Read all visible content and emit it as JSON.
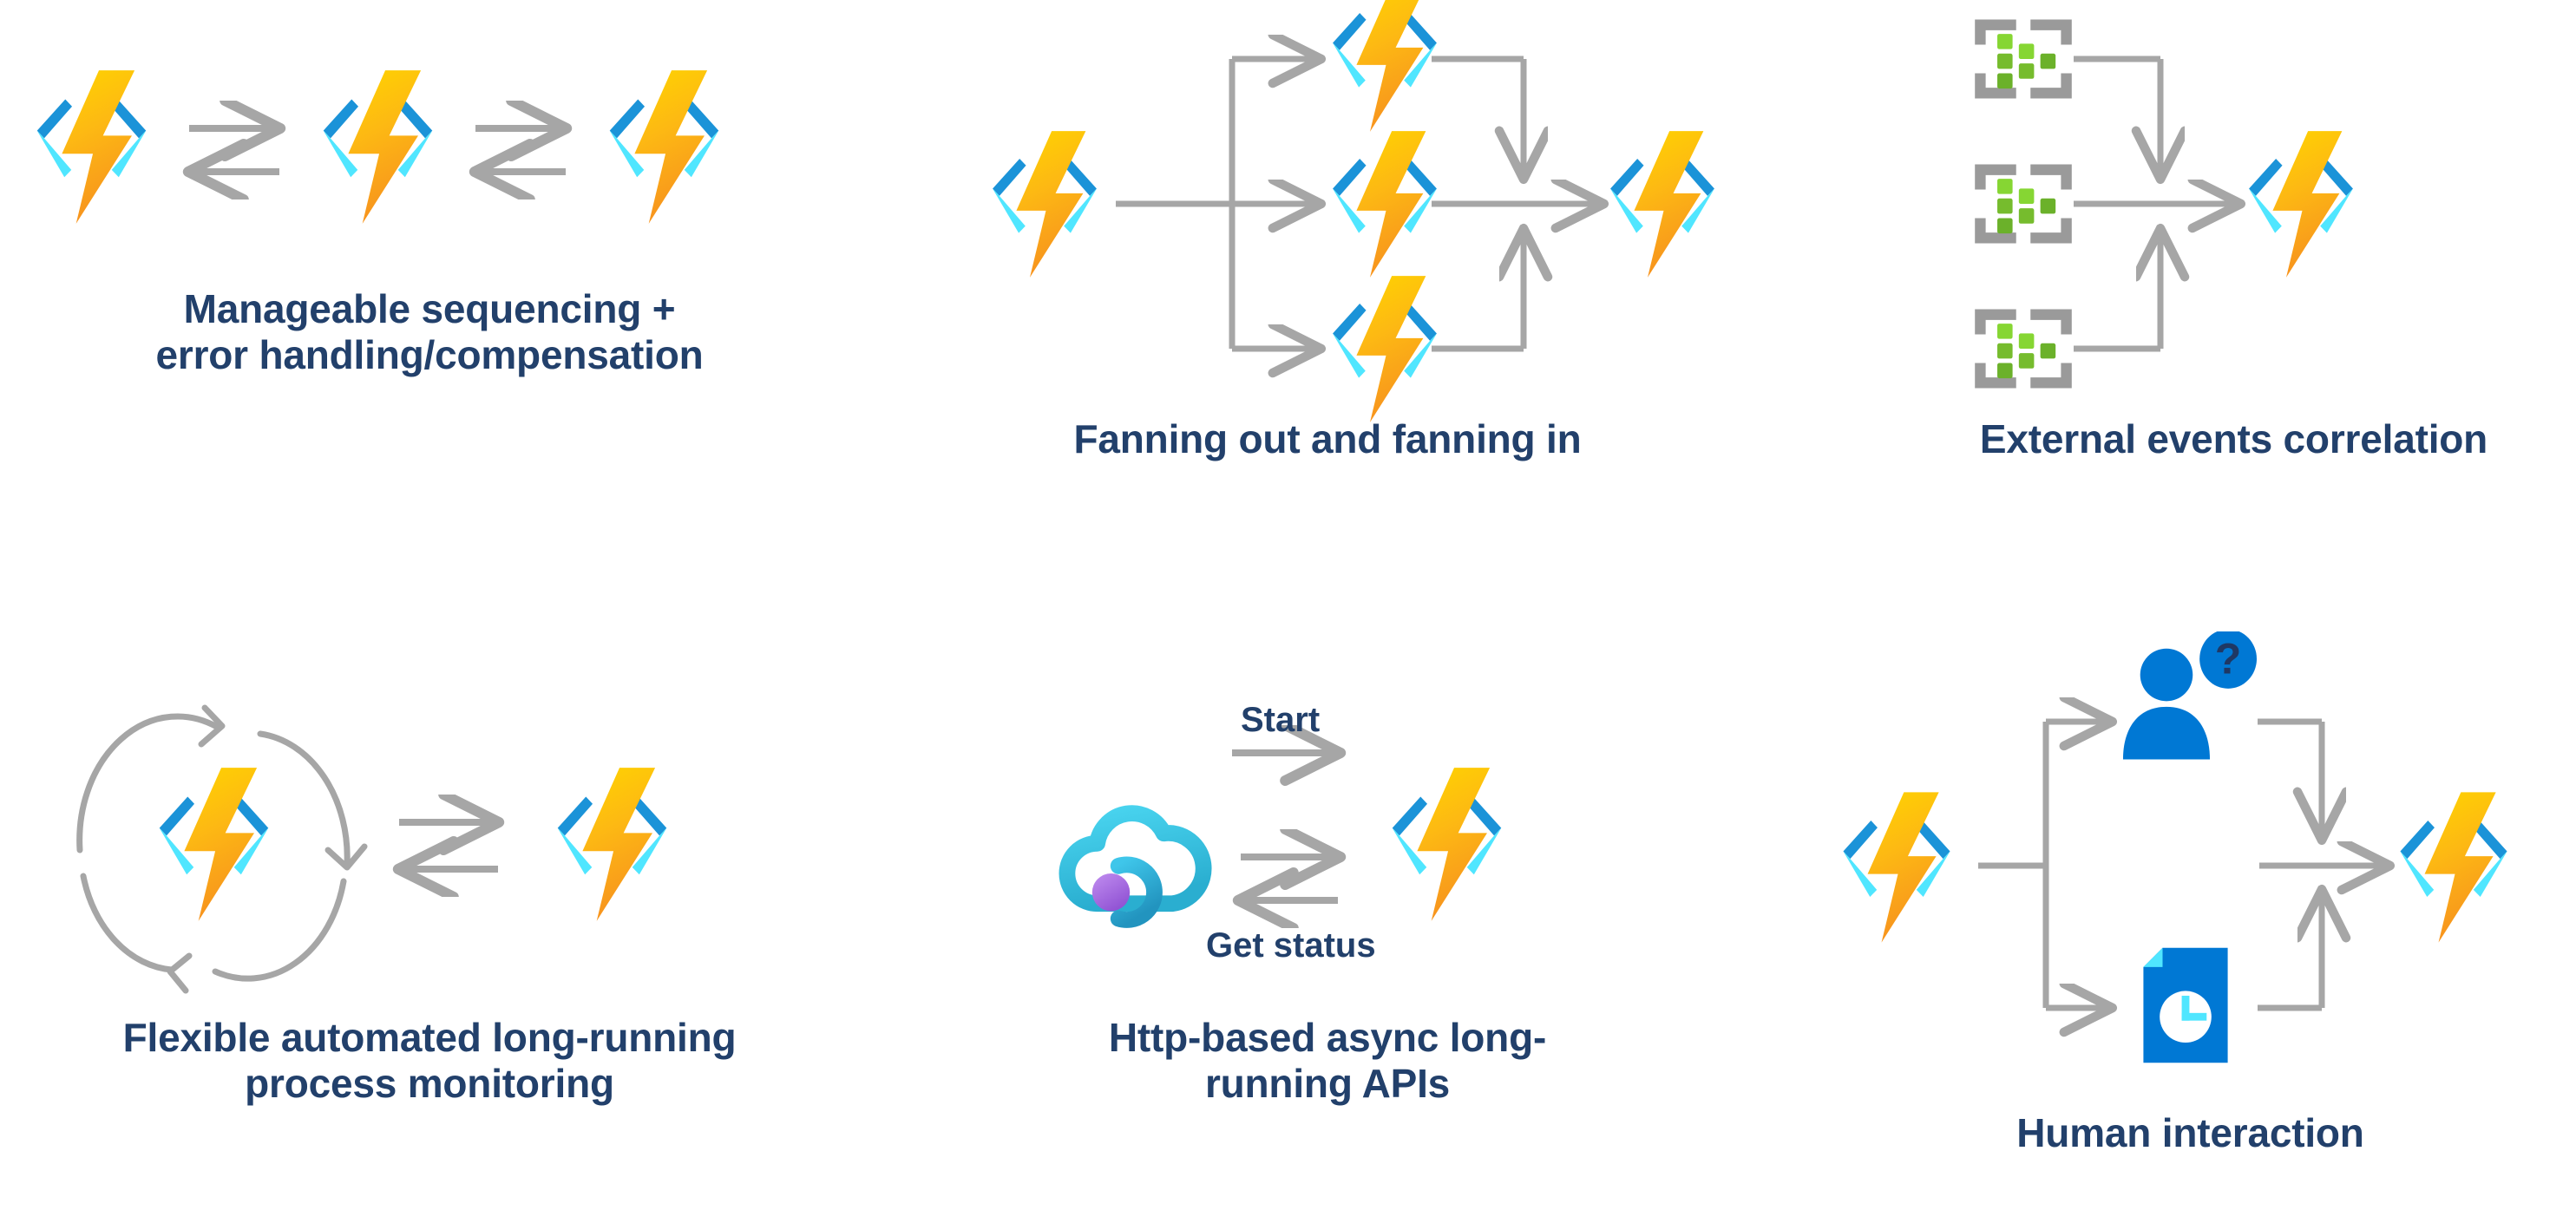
{
  "page": {
    "title": "Durable Functions application patterns",
    "background_color": "#ffffff",
    "caption_color": "#22406b",
    "connector_color": "#a6a6a6"
  },
  "palette": {
    "bolt_top": "#ffd400",
    "bolt_bottom": "#f7931e",
    "bracket_dark_blue": "#1b93d8",
    "bracket_light_cyan": "#50e6ff",
    "event_frame_gray": "#9a9a9a",
    "event_green_light": "#86d633",
    "event_green_mid": "#76bc2d",
    "event_green_dark": "#6bb12a",
    "person_blue": "#0078d4",
    "question_mark": "#1f3864",
    "document_blue": "#0078d4",
    "document_fold_cyan": "#50e6ff",
    "clock_face": "#ffffff",
    "clock_hands": "#50e6ff",
    "cloud_cyan": "#32bedd",
    "cloud_dot_purple": "#a26bdd",
    "arrow_gray": "#a6a6a6"
  },
  "panels": [
    {
      "id": "manageable-sequencing",
      "caption": "Manageable sequencing +\nerror handling/compensation",
      "nodes": [
        {
          "type": "azure-function-icon",
          "label": "function-1"
        },
        {
          "type": "azure-function-icon",
          "label": "function-2"
        },
        {
          "type": "azure-function-icon",
          "label": "function-3"
        }
      ],
      "connectors": [
        {
          "type": "bidirectional-arrows",
          "between": [
            "function-1",
            "function-2"
          ]
        },
        {
          "type": "bidirectional-arrows",
          "between": [
            "function-2",
            "function-3"
          ]
        }
      ]
    },
    {
      "id": "fanning-out-fanning-in",
      "caption": "Fanning out and fanning in",
      "nodes": [
        {
          "type": "azure-function-icon",
          "label": "orchestrator-in"
        },
        {
          "type": "azure-function-icon",
          "label": "worker-top"
        },
        {
          "type": "azure-function-icon",
          "label": "worker-middle"
        },
        {
          "type": "azure-function-icon",
          "label": "worker-bottom"
        },
        {
          "type": "azure-function-icon",
          "label": "aggregator-out"
        }
      ],
      "connectors": [
        {
          "type": "fan-out",
          "from": "orchestrator-in",
          "to": [
            "worker-top",
            "worker-middle",
            "worker-bottom"
          ]
        },
        {
          "type": "fan-in",
          "from": [
            "worker-top",
            "worker-middle",
            "worker-bottom"
          ],
          "to": "aggregator-out"
        }
      ]
    },
    {
      "id": "external-events-correlation",
      "caption": "External events correlation",
      "nodes": [
        {
          "type": "external-event-icon",
          "label": "event-1"
        },
        {
          "type": "external-event-icon",
          "label": "event-2"
        },
        {
          "type": "external-event-icon",
          "label": "event-3"
        },
        {
          "type": "azure-function-icon",
          "label": "correlator-function"
        }
      ],
      "connectors": [
        {
          "type": "fan-in",
          "from": [
            "event-1",
            "event-2",
            "event-3"
          ],
          "to": "correlator-function"
        }
      ]
    },
    {
      "id": "process-monitoring",
      "caption": "Flexible automated long-running\nprocess monitoring",
      "nodes": [
        {
          "type": "azure-function-icon",
          "label": "monitor-function",
          "decoration": "refresh-cycle-icon"
        },
        {
          "type": "azure-function-icon",
          "label": "monitored-function"
        }
      ],
      "connectors": [
        {
          "type": "bidirectional-arrows",
          "between": [
            "monitor-function",
            "monitored-function"
          ]
        }
      ]
    },
    {
      "id": "http-async-apis",
      "caption": "Http-based async long-\nrunning APIs",
      "nodes": [
        {
          "type": "cloud-client-icon",
          "label": "http-client"
        },
        {
          "type": "azure-function-icon",
          "label": "api-function"
        }
      ],
      "connectors": [
        {
          "type": "arrow-right",
          "label": "Start"
        },
        {
          "type": "arrow-right",
          "label": ""
        },
        {
          "type": "arrow-left",
          "label": "Get status"
        }
      ],
      "labels": {
        "start": "Start",
        "get_status": "Get status"
      }
    },
    {
      "id": "human-interaction",
      "caption": "Human interaction",
      "nodes": [
        {
          "type": "azure-function-icon",
          "label": "initiator-function"
        },
        {
          "type": "person-question-icon",
          "label": "human-approver"
        },
        {
          "type": "document-clock-icon",
          "label": "timeout-document"
        },
        {
          "type": "azure-function-icon",
          "label": "resolver-function"
        }
      ],
      "connectors": [
        {
          "type": "fan-out",
          "from": "initiator-function",
          "to": [
            "human-approver",
            "timeout-document"
          ]
        },
        {
          "type": "fan-in",
          "from": [
            "human-approver",
            "timeout-document"
          ],
          "to": "resolver-function"
        }
      ]
    }
  ]
}
